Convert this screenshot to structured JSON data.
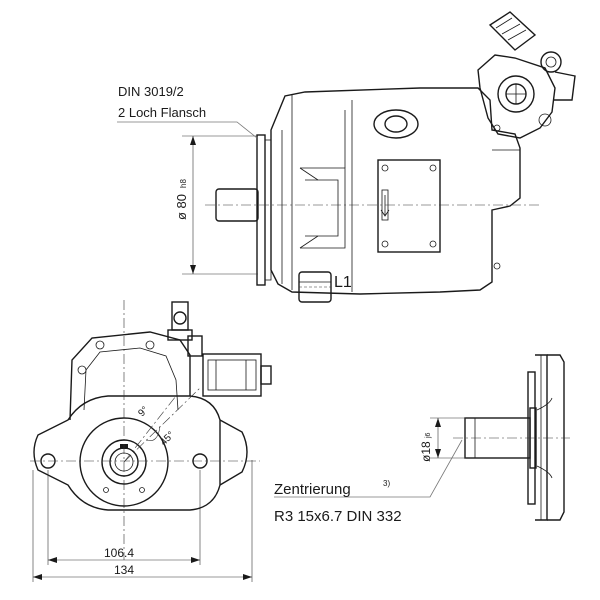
{
  "labels": {
    "flange_standard": "DIN 3019/2",
    "flange_type": "2 Loch Flansch",
    "pilot_diameter": "ø 80",
    "pilot_tolerance": "h8",
    "port_label": "L1",
    "width_inner": "106.4",
    "width_outer": "134",
    "angle_large": "45°",
    "angle_small": "9°",
    "shaft_diameter": "ø18",
    "shaft_tolerance": "j6",
    "centering_title": "Zentrierung",
    "centering_superscript": "3)",
    "centering_spec": "R3 15x6.7 DIN 332"
  }
}
